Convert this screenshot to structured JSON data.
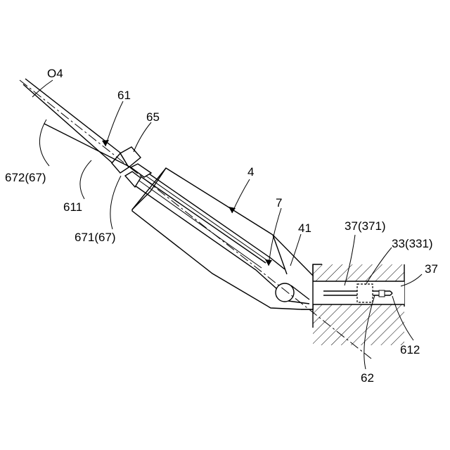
{
  "figure": {
    "labels": {
      "o4": "O4",
      "l61": "61",
      "l65": "65",
      "l672": "672(67)",
      "l611": "611",
      "l671": "671(67)",
      "l4": "4",
      "l7": "7",
      "l41": "41",
      "l37_371": "37(371)",
      "l33_331": "33(331)",
      "l37": "37",
      "l612": "612",
      "l62": "62"
    }
  }
}
